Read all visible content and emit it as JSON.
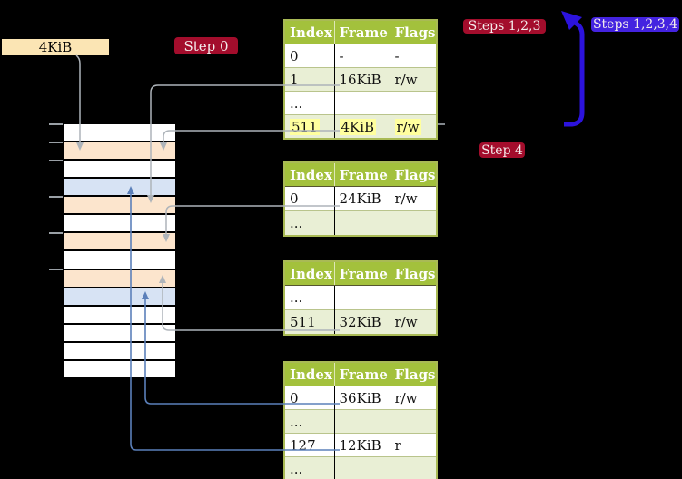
{
  "frame_label": "4KiB",
  "badges": {
    "step0": "Step 0",
    "steps123": "Steps 1,2,3",
    "steps1234": "Steps 1,2,3,4",
    "step4": "Step 4"
  },
  "tables": [
    {
      "headers": [
        "Index",
        "Frame",
        "Flags"
      ],
      "rows": [
        [
          "0",
          "-",
          "-"
        ],
        [
          "1",
          "16KiB",
          "r/w"
        ],
        [
          "...",
          "",
          ""
        ],
        [
          "511",
          "4KiB",
          "r/w"
        ]
      ],
      "highlighted_row": 3
    },
    {
      "headers": [
        "Index",
        "Frame",
        "Flags"
      ],
      "rows": [
        [
          "0",
          "24KiB",
          "r/w"
        ],
        [
          "...",
          "",
          ""
        ]
      ]
    },
    {
      "headers": [
        "Index",
        "Frame",
        "Flags"
      ],
      "rows": [
        [
          "...",
          "",
          ""
        ],
        [
          "511",
          "32KiB",
          "r/w"
        ]
      ]
    },
    {
      "headers": [
        "Index",
        "Frame",
        "Flags"
      ],
      "rows": [
        [
          "0",
          "36KiB",
          "r/w"
        ],
        [
          "...",
          "",
          ""
        ],
        [
          "127",
          "12KiB",
          "r"
        ],
        [
          "...",
          "",
          ""
        ]
      ]
    }
  ],
  "memory": {
    "row_colors": [
      "white",
      "orange",
      "white",
      "blue",
      "orange",
      "white",
      "orange",
      "white",
      "orange",
      "blue",
      "white",
      "white",
      "white",
      "white"
    ]
  },
  "colors": {
    "background": "#000000",
    "table_header_green": "#a3c13c",
    "table_row_shaded": "#e9efd5",
    "table_border": "#a9ba55",
    "highlight_yellow": "#ffff9e",
    "memory_orange": "#fce5cd",
    "memory_blue": "#d7e3f4",
    "frame_label_cream": "#fbe5b4",
    "badge_red": "#a30d2c",
    "badge_blue": "#4423e0",
    "pointer_gray": "#aeb4ba",
    "pointer_blue": "#5b80ba",
    "big_arrow_blue": "#2c13dd"
  }
}
